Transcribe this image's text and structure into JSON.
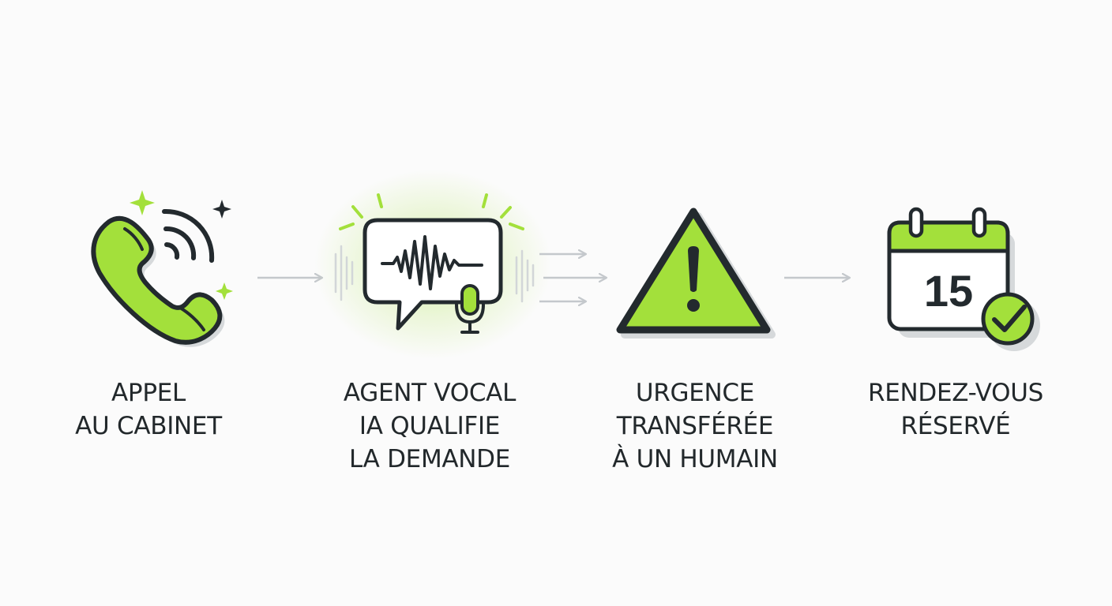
{
  "colors": {
    "accent": "#a3e03b",
    "outline": "#232a2e",
    "arrow": "#c4c8cc",
    "shadow": "#d6d9db",
    "background": "#fbfbfb"
  },
  "steps": [
    {
      "icon": "phone-call-icon",
      "lines": [
        "APPEL",
        "AU CABINET"
      ]
    },
    {
      "icon": "voice-agent-chat-icon",
      "lines": [
        "AGENT VOCAL",
        "IA QUALIFIE",
        "LA DEMANDE"
      ]
    },
    {
      "icon": "warning-triangle-icon",
      "lines": [
        "URGENCE",
        "TRANSFÉRÉE",
        "À UN HUMAIN"
      ]
    },
    {
      "icon": "calendar-check-icon",
      "day": "15",
      "lines": [
        "RENDEZ-VOUS",
        "RÉSERVÉ"
      ]
    }
  ]
}
